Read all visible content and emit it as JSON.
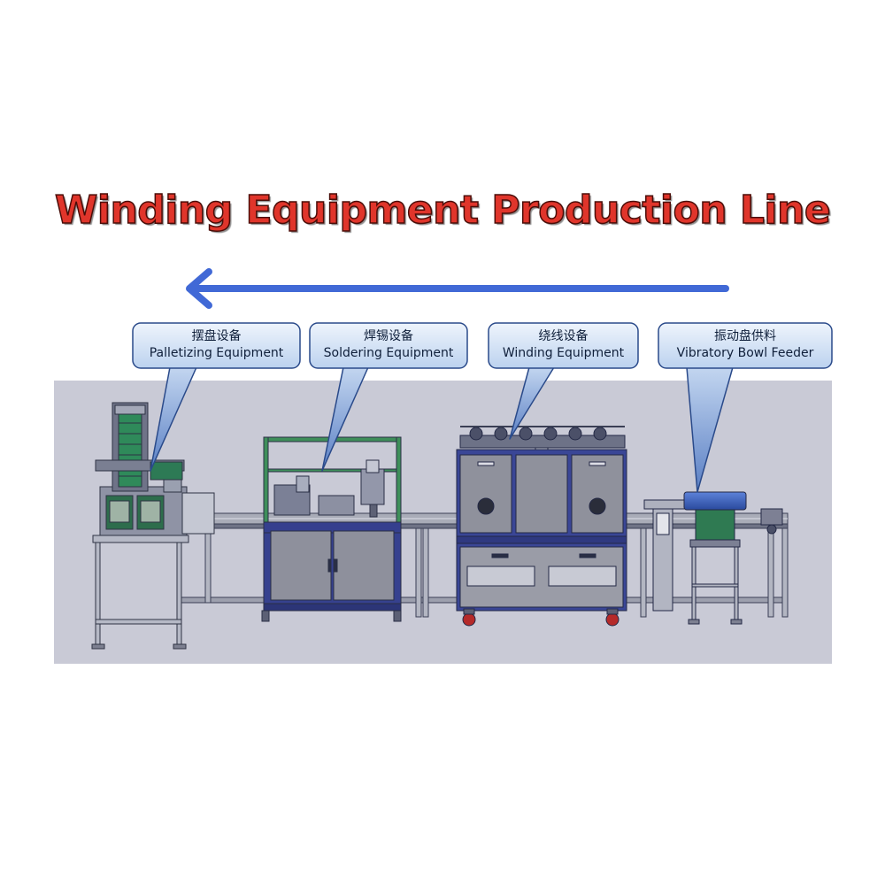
{
  "title": "Winding Equipment Production Line",
  "flow_direction": "right-to-left",
  "colors": {
    "title": "#e0352b",
    "arrow": "#4169d6",
    "panel_bg": "#c9cad6",
    "callout_fill": "#dce8f8",
    "callout_border": "#2a4a8a",
    "frame": "#2f3d8f"
  },
  "stations": [
    {
      "cn": "摆盘设备",
      "en": "Palletizing Equipment"
    },
    {
      "cn": "焊锡设备",
      "en": "Soldering Equipment"
    },
    {
      "cn": "绕线设备",
      "en": "Winding Equipment"
    },
    {
      "cn": "振动盘供料",
      "en": "Vibratory Bowl Feeder"
    }
  ]
}
